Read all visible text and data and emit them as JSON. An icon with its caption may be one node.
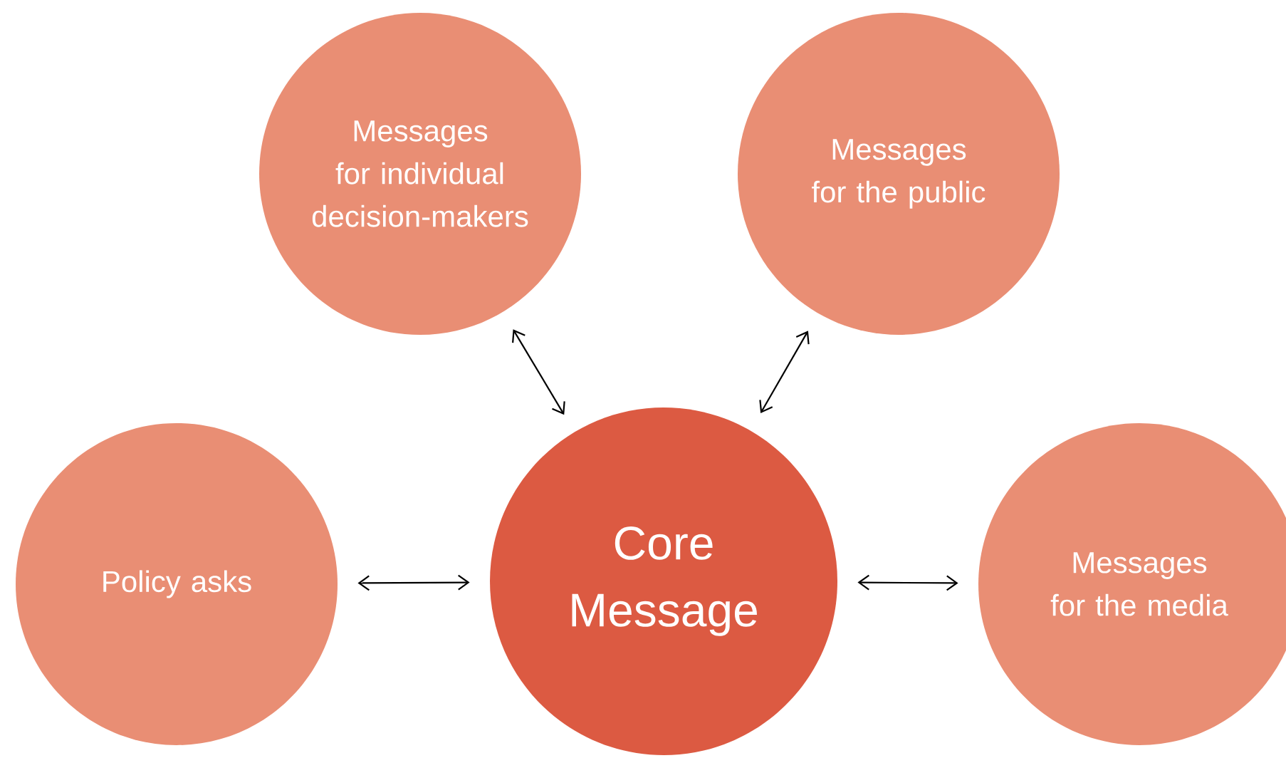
{
  "diagram": {
    "nodes": [
      {
        "text": [
          "Messages for individual decision-makers"
        ]
      },
      {
        "text": [
          "Messages for the public"
        ]
      },
      {
        "text": [
          "Policy asks"
        ]
      },
      {
        "text": [
          "Core Message"
        ]
      },
      {
        "text": [
          "Messages for the media"
        ]
      }
    ],
    "edges": [
      {
        "from": 3,
        "to": 0,
        "arrow": "both"
      },
      {
        "from": 3,
        "to": 1,
        "arrow": "both"
      },
      {
        "from": 3,
        "to": 2,
        "arrow": "both"
      },
      {
        "from": 3,
        "to": 4,
        "arrow": "both"
      }
    ]
  }
}
